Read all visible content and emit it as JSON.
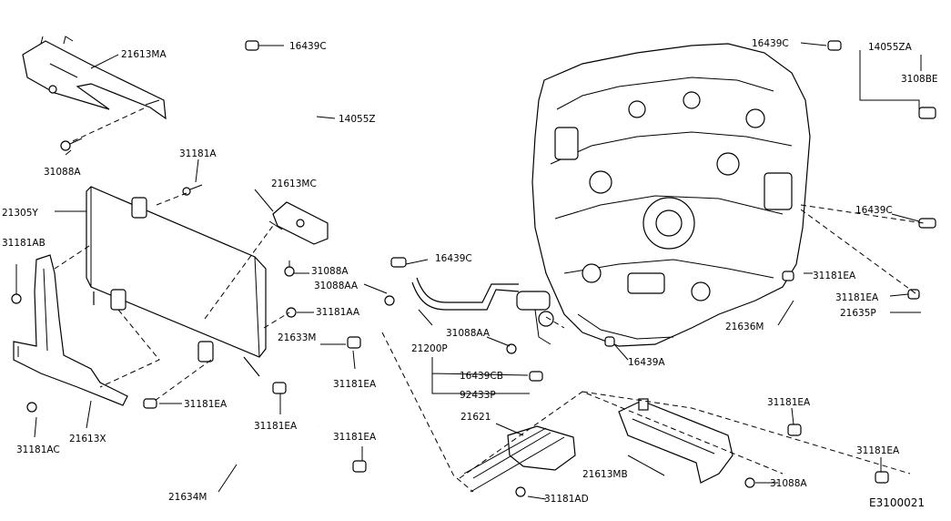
{
  "labels": {
    "l_21613MA": "21613MA",
    "l_16439C_top": "16439C",
    "l_14055Z": "14055Z",
    "l_16439C_r1": "16439C",
    "l_14055ZA": "14055ZA",
    "l_3108BE": "3108BE",
    "l_31088A_tl": "31088A",
    "l_31181A": "31181A",
    "l_21613MC": "21613MC",
    "l_21305Y": "21305Y",
    "l_31181AB": "31181AB",
    "l_16439C_mid": "16439C",
    "l_16439C_r2": "16439C",
    "l_31088A_mid": "31088A",
    "l_31088AA_1": "31088AA",
    "l_31181EA_r1": "31181EA",
    "l_31181EA_r2": "31181EA",
    "l_31181AA": "31181AA",
    "l_21635P": "21635P",
    "l_21633M": "21633M",
    "l_21200P": "21200P",
    "l_31088AA_2": "31088AA",
    "l_21636M": "21636M",
    "l_16439A": "16439A",
    "l_31181EA_m": "31181EA",
    "l_16439CB": "16439CB",
    "l_92433P": "92433P",
    "l_31181EA_l": "31181EA",
    "l_31181EA_mid": "31181EA",
    "l_31181EA_r3": "31181EA",
    "l_31181AC": "31181AC",
    "l_21613X": "21613X",
    "l_21621": "21621",
    "l_31181EA_b": "31181EA",
    "l_31181EA_r4": "31181EA",
    "l_21613MB": "21613MB",
    "l_31088A_r": "31088A",
    "l_21634M": "21634M",
    "l_31181AD": "31181AD",
    "l_E3100021": "E3100021"
  }
}
